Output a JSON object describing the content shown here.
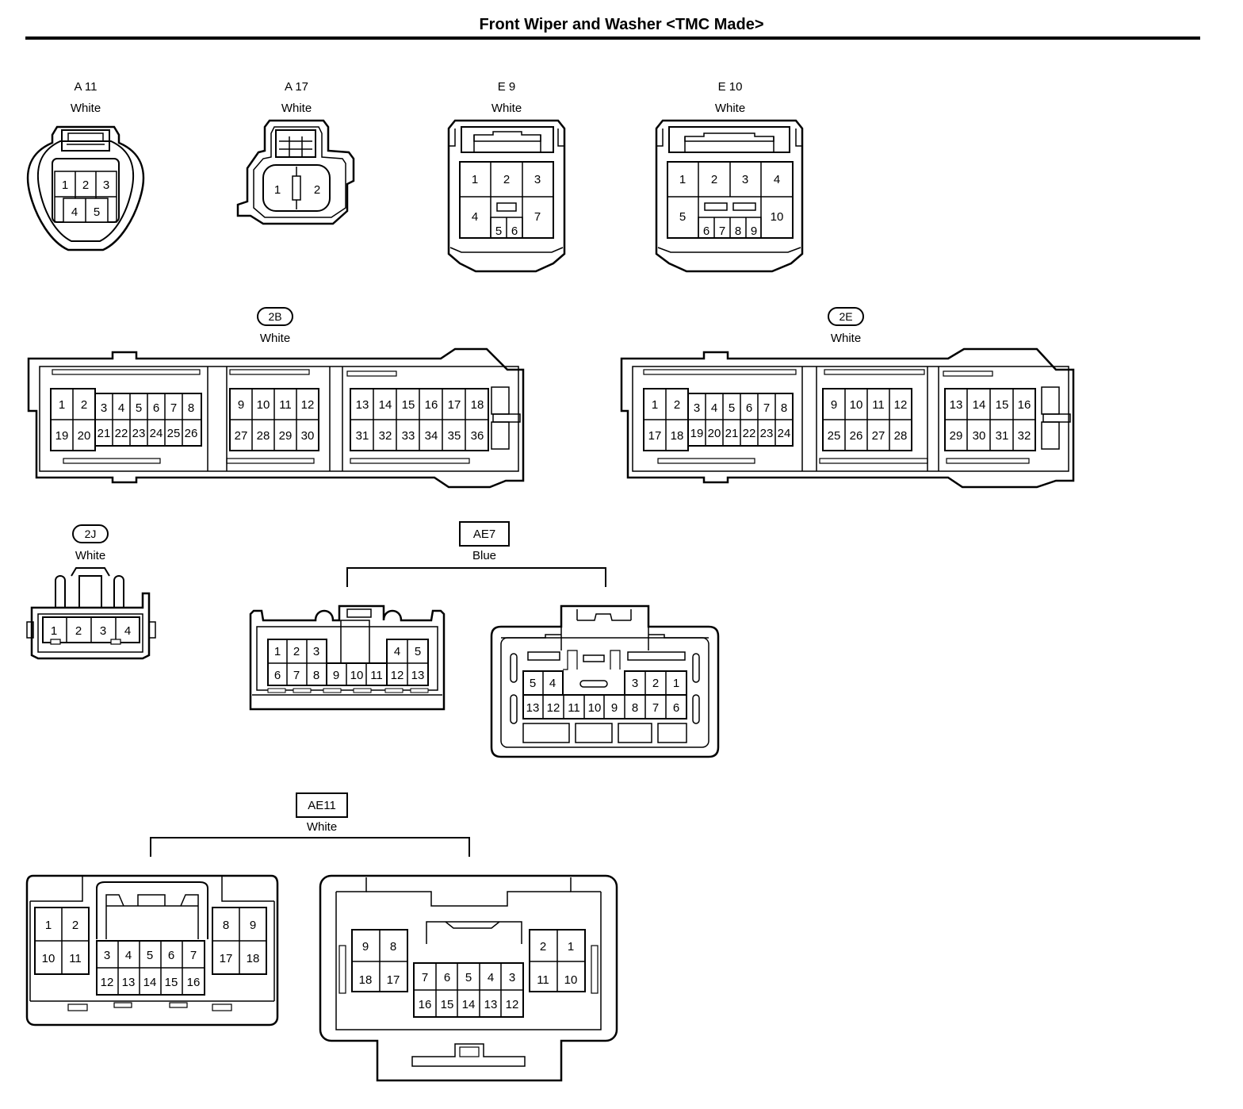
{
  "title": "Front Wiper and Washer <TMC Made>",
  "connectors": {
    "a11": {
      "code": "A 11",
      "color": "White",
      "pins": [
        "1",
        "2",
        "3",
        "4",
        "5"
      ]
    },
    "a17": {
      "code": "A 17",
      "color": "White",
      "pins": [
        "1",
        "2"
      ]
    },
    "e9": {
      "code": "E 9",
      "color": "White",
      "pins": [
        "1",
        "2",
        "3",
        "4",
        "7",
        "5",
        "6"
      ]
    },
    "e10": {
      "code": "E 10",
      "color": "White",
      "pins": [
        "1",
        "2",
        "3",
        "4",
        "5",
        "10",
        "6",
        "7",
        "8",
        "9"
      ]
    },
    "c2b": {
      "code": "2B",
      "color": "White",
      "pins": [
        "1",
        "2",
        "3",
        "4",
        "5",
        "6",
        "7",
        "8",
        "19",
        "20",
        "21",
        "22",
        "23",
        "24",
        "25",
        "26",
        "9",
        "10",
        "11",
        "12",
        "27",
        "28",
        "29",
        "30",
        "13",
        "14",
        "15",
        "16",
        "17",
        "18",
        "31",
        "32",
        "33",
        "34",
        "35",
        "36"
      ]
    },
    "c2e": {
      "code": "2E",
      "color": "White",
      "pins": [
        "1",
        "2",
        "3",
        "4",
        "5",
        "6",
        "7",
        "8",
        "17",
        "18",
        "19",
        "20",
        "21",
        "22",
        "23",
        "24",
        "9",
        "10",
        "11",
        "12",
        "25",
        "26",
        "27",
        "28",
        "13",
        "14",
        "15",
        "16",
        "29",
        "30",
        "31",
        "32"
      ]
    },
    "c2j": {
      "code": "2J",
      "color": "White",
      "pins": [
        "1",
        "2",
        "3",
        "4"
      ]
    },
    "ae7": {
      "code": "AE7",
      "color": "Blue",
      "left_pins": [
        "1",
        "2",
        "3",
        "4",
        "5",
        "6",
        "7",
        "8",
        "9",
        "10",
        "11",
        "12",
        "13"
      ],
      "right_pins": [
        "5",
        "4",
        "3",
        "2",
        "1",
        "13",
        "12",
        "11",
        "10",
        "9",
        "8",
        "7",
        "6"
      ]
    },
    "ae11": {
      "code": "AE11",
      "color": "White",
      "left_pins": [
        "1",
        "2",
        "10",
        "11",
        "3",
        "4",
        "5",
        "6",
        "7",
        "12",
        "13",
        "14",
        "15",
        "16",
        "8",
        "9",
        "17",
        "18"
      ],
      "right_pins": [
        "9",
        "8",
        "18",
        "17",
        "7",
        "6",
        "5",
        "4",
        "3",
        "16",
        "15",
        "14",
        "13",
        "12",
        "2",
        "1",
        "11",
        "10"
      ]
    }
  }
}
